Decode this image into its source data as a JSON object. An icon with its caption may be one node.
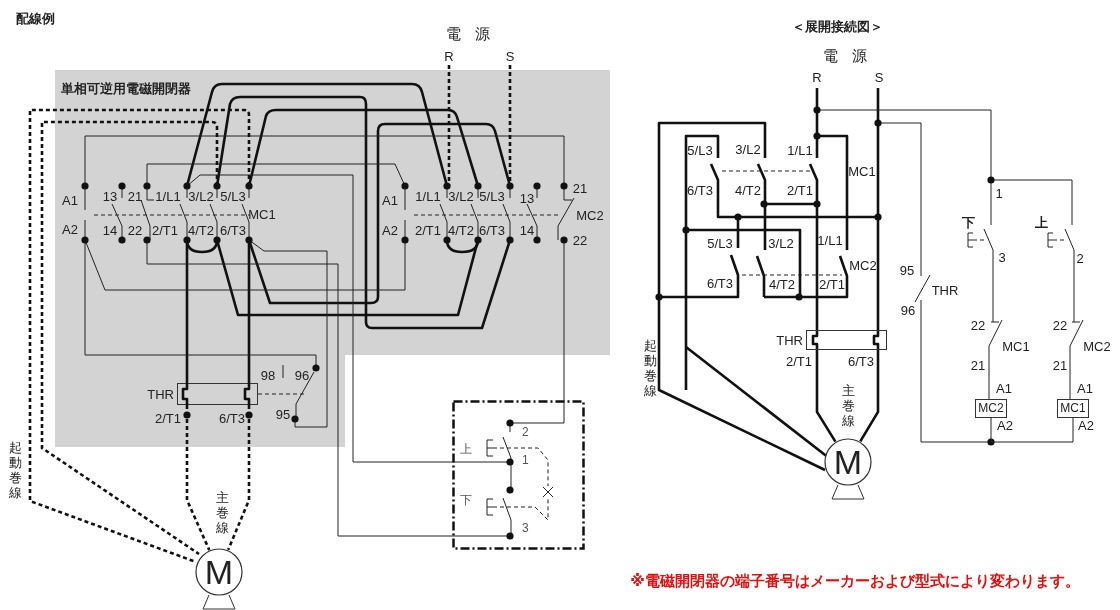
{
  "diagram": {
    "nodes": [
      {
        "text": [
          "単相可逆用電磁開閉器"
        ]
      },
      {
        "text": [
          "THR"
        ],
        "in": 0
      },
      {
        "text": [
          "2",
          "上",
          "1",
          "下",
          "3"
        ]
      },
      {
        "text": [
          "M"
        ]
      },
      {
        "text": [
          "THR"
        ]
      },
      {
        "text": [
          "M"
        ]
      },
      {
        "text": [
          "MC2"
        ]
      },
      {
        "text": [
          "MC1"
        ]
      }
    ],
    "edges": [
      {
        "from": 1,
        "to": 3,
        "arrow": "none",
        "style": "dashed"
      },
      {
        "from": 1,
        "to": 3,
        "arrow": "none",
        "style": "dashed"
      },
      {
        "from": 4,
        "to": 5,
        "arrow": "none"
      },
      {
        "from": 4,
        "to": 5,
        "arrow": "none"
      },
      {
        "from": 6,
        "to": 7,
        "arrow": "none"
      }
    ],
    "labels": [
      "配線例",
      "電源",
      "R",
      "S",
      "A1",
      "13",
      "21",
      "1/L1",
      "3/L2",
      "5/L3",
      "A1",
      "1/L1",
      "3/L2",
      "5/L3",
      "13",
      "21",
      "MC1",
      "MC2",
      "A2",
      "14",
      "22",
      "2/T1",
      "4/T2",
      "6/T3",
      "A2",
      "2/T1",
      "4/T2",
      "6/T3",
      "14",
      "22",
      "98",
      "96",
      "95",
      "2/T1",
      "6/T3",
      "起動巻線",
      "主巻線",
      "＜展開接続図＞",
      "電源",
      "R",
      "S",
      "5/L3",
      "3/L2",
      "1/L1",
      "MC1",
      "6/T3",
      "4/T2",
      "2/T1",
      "1",
      "下",
      "上",
      "5/L3",
      "3/L2",
      "1/L1",
      "MC2",
      "3",
      "2",
      "95",
      "6/T3",
      "4/T2",
      "2/T1",
      "THR",
      "96",
      "22",
      "22",
      "MC1",
      "MC2",
      "2/T1",
      "6/T3",
      "21",
      "21",
      "起動巻線",
      "主巻線",
      "A1",
      "A1",
      "A2",
      "A2",
      "※電磁開閉器の端子番号はメーカーおよび型式により変わります。"
    ]
  }
}
